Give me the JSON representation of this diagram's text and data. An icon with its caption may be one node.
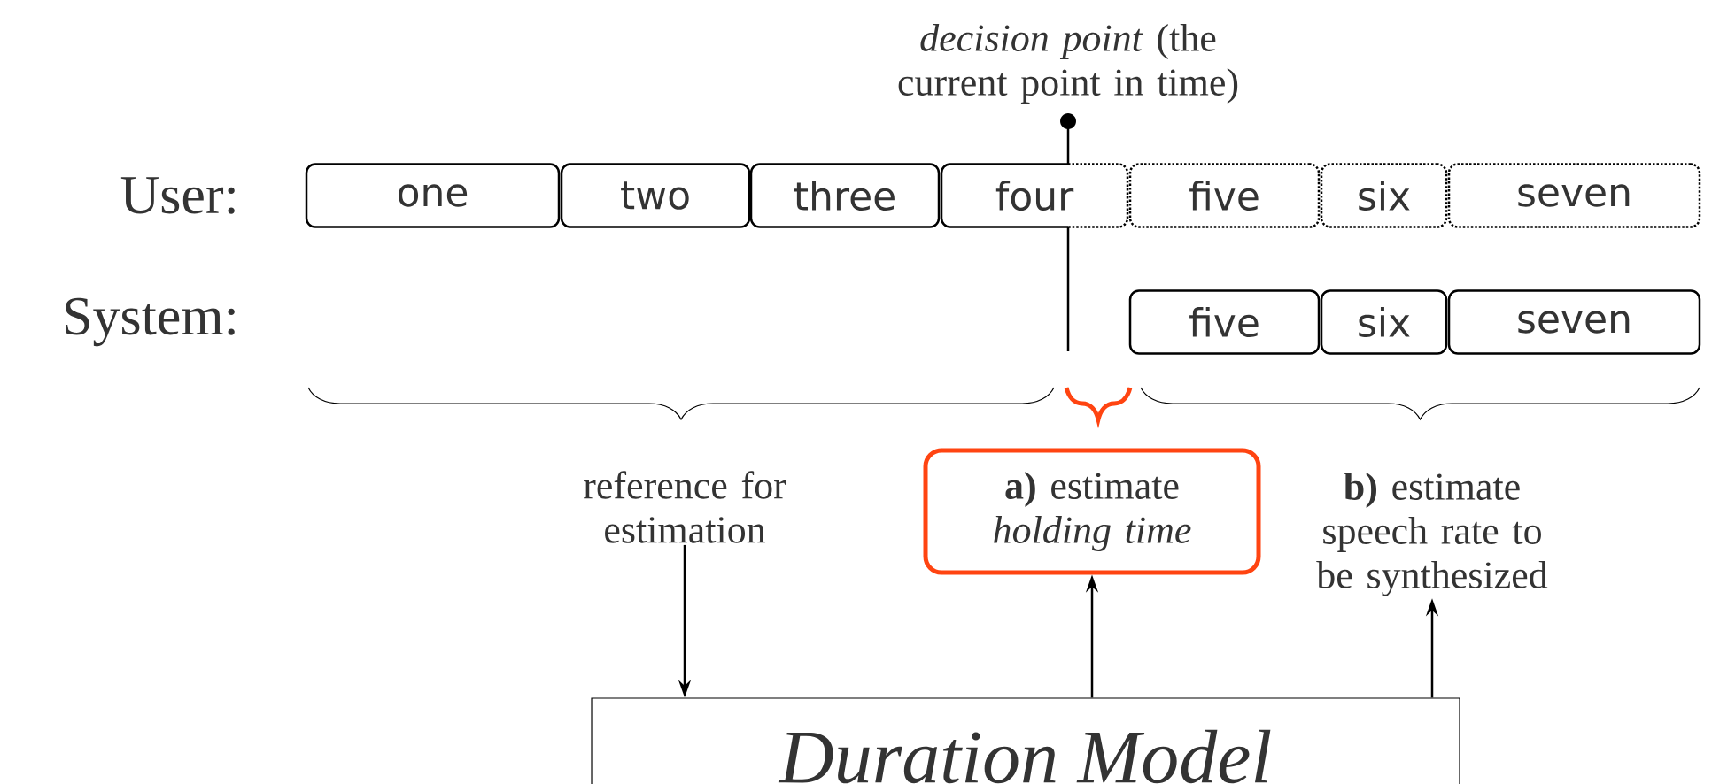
{
  "diagram": {
    "nodes": [
      {
        "text": [
          "one"
        ]
      },
      {
        "text": [
          "two"
        ]
      },
      {
        "text": [
          "three"
        ]
      },
      {
        "text": [
          "four"
        ]
      },
      {
        "text": [
          "five"
        ]
      },
      {
        "text": [
          "six"
        ]
      },
      {
        "text": [
          "seven"
        ]
      },
      {
        "text": [
          "five"
        ]
      },
      {
        "text": [
          "six"
        ]
      },
      {
        "text": [
          "seven"
        ]
      },
      {
        "text": [
          "reference for estimation"
        ]
      },
      {
        "text": [
          "**a)** estimate *holding time*"
        ]
      },
      {
        "text": [
          "**b)** estimate speech rate to be synthesized"
        ]
      },
      {
        "text": [
          "*Duration Model*"
        ]
      }
    ],
    "edges": [
      {
        "from": 10,
        "to": 13,
        "arrow": "to"
      },
      {
        "from": 13,
        "to": 11,
        "arrow": "to"
      },
      {
        "from": 13,
        "to": 12,
        "arrow": "to"
      }
    ],
    "labels": [
      "*decision point* (the current point in time)",
      "User:",
      "System:"
    ]
  }
}
